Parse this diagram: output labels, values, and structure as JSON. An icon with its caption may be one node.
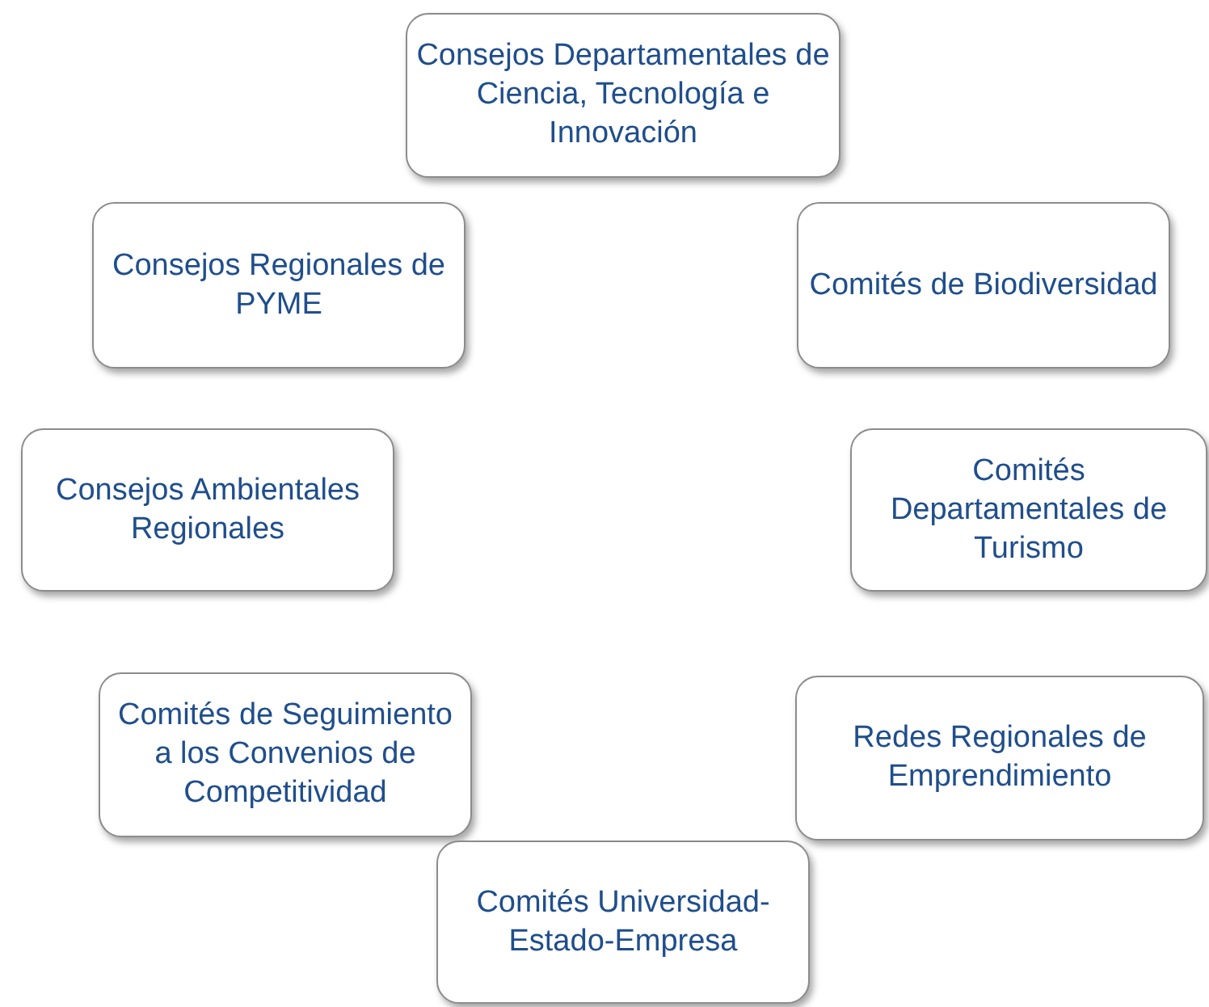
{
  "diagram": {
    "nodes": [
      {
        "text": [
          "Consejos Departamentales de Ciencia, Tecnología e Innovación"
        ]
      },
      {
        "text": [
          "Consejos Regionales de PYME"
        ]
      },
      {
        "text": [
          "Comités de Biodiversidad"
        ]
      },
      {
        "text": [
          "Consejos Ambientales Regionales"
        ]
      },
      {
        "text": [
          "Comités Departamentales de Turismo"
        ]
      },
      {
        "text": [
          "Comités de Seguimiento a los Convenios de Competitividad"
        ]
      },
      {
        "text": [
          "Redes Regionales de Emprendimiento"
        ]
      },
      {
        "text": [
          "Comités Universidad-Estado-Empresa"
        ]
      }
    ]
  }
}
